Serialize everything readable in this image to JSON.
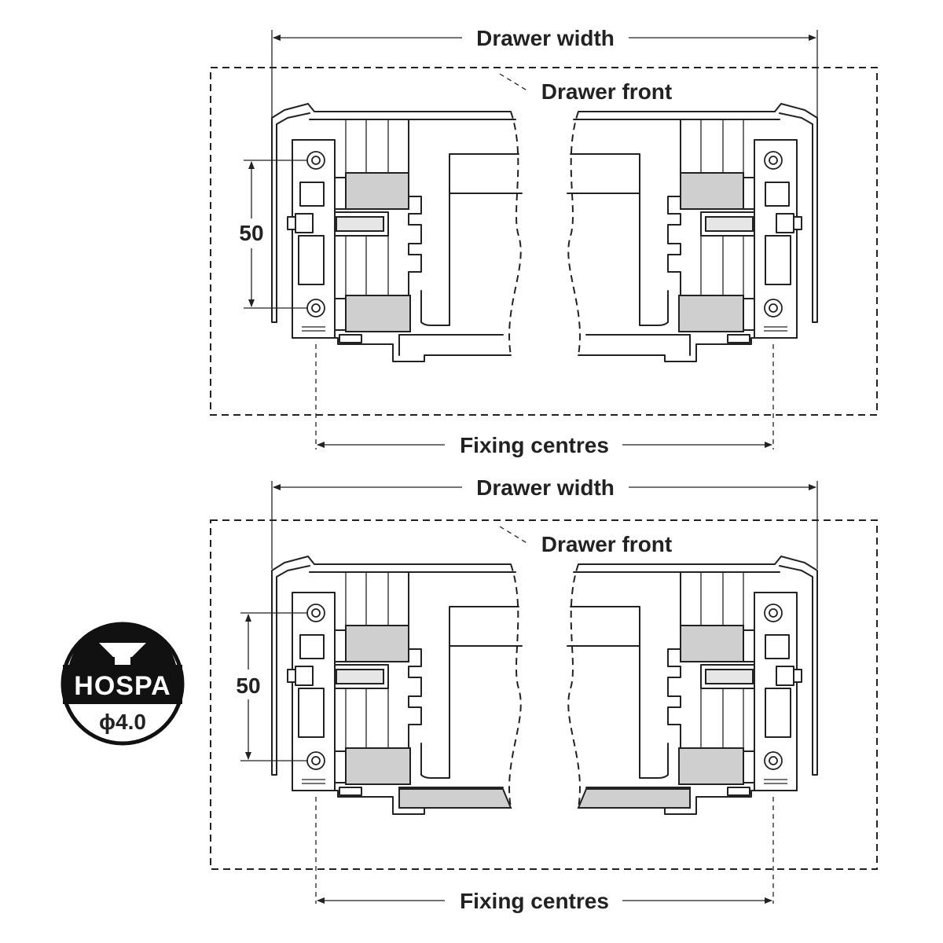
{
  "diagrams": [
    {
      "drawer_width_label": "Drawer width",
      "drawer_front_label": "Drawer front",
      "fixing_centres_label": "Fixing centres",
      "hole_spacing_label": "50",
      "rail_fill": "#e6e6e6"
    },
    {
      "drawer_width_label": "Drawer width",
      "drawer_front_label": "Drawer front",
      "fixing_centres_label": "Fixing centres",
      "hole_spacing_label": "50",
      "rail_fill": "#cfcfcf"
    }
  ],
  "badge": {
    "brand": "HOSPA",
    "size": "ϕ4.0",
    "icon": "countersunk-screw-icon"
  },
  "colors": {
    "line": "#222222",
    "part_grey": "#cfcfcf",
    "part_light": "#e6e6e6",
    "background": "#ffffff"
  }
}
